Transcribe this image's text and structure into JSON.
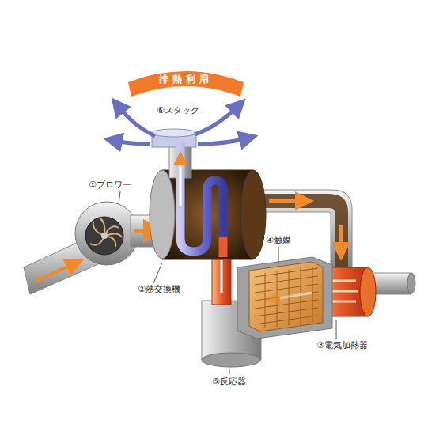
{
  "diagram": {
    "nodes": [
      {
        "text": [
          "排熱利用"
        ]
      }
    ],
    "labels": [
      "⑥スタック",
      "①ブロワー",
      "②熱交換機",
      "④触媒",
      "③電気加熱器",
      "⑤反応器"
    ]
  }
}
